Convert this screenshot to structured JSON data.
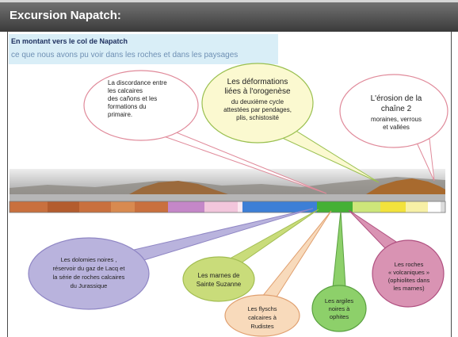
{
  "colors": {
    "header": "#3a3a3a",
    "subtitle_band": "#d9eef7",
    "bubble_pink_border": "#e08a9a",
    "bubble_yellow": "#fbf9d0",
    "bubble_lavender": "#b9b3dd",
    "bubble_olive": "#c9dc7a",
    "bubble_peach": "#f8dabb",
    "bubble_green": "#8dd06a",
    "bubble_magenta": "#d993b3"
  },
  "header": {
    "title": "Excursion Napatch:"
  },
  "intro": {
    "line1": "En montant vers le col de Napatch",
    "line2": "ce que nous avons pu voir dans les roches et dans les paysages"
  },
  "bubbles": {
    "discordance": [
      "La discordance entre",
      "les calcaires",
      "des cañons et les",
      "formations du",
      "primaire."
    ],
    "deformations": [
      "Les déformations",
      "liées à l'orogenèse",
      "du deuxième cycle",
      "attestées par pendages,",
      "plis, schistosité"
    ],
    "erosion": [
      "L'érosion de la",
      "chaîne 2",
      "moraines, verrous",
      "et vallées"
    ],
    "dolomies": [
      "Les dolomies noires ,",
      "réservoir du gaz de Lacq et",
      "la série de roches calcaires",
      "du Jurassique"
    ],
    "marnes": [
      "Les marnes de",
      "Sainte Suzanne"
    ],
    "flyschs": [
      "Les flyschs",
      "calcaires à",
      "Rudistes"
    ],
    "argiles": [
      "Les argiles",
      "noires à",
      "ophites"
    ],
    "roches": [
      "Les roches",
      "« volcaniques »",
      "(ophiolites dans",
      "les marnes)"
    ]
  }
}
